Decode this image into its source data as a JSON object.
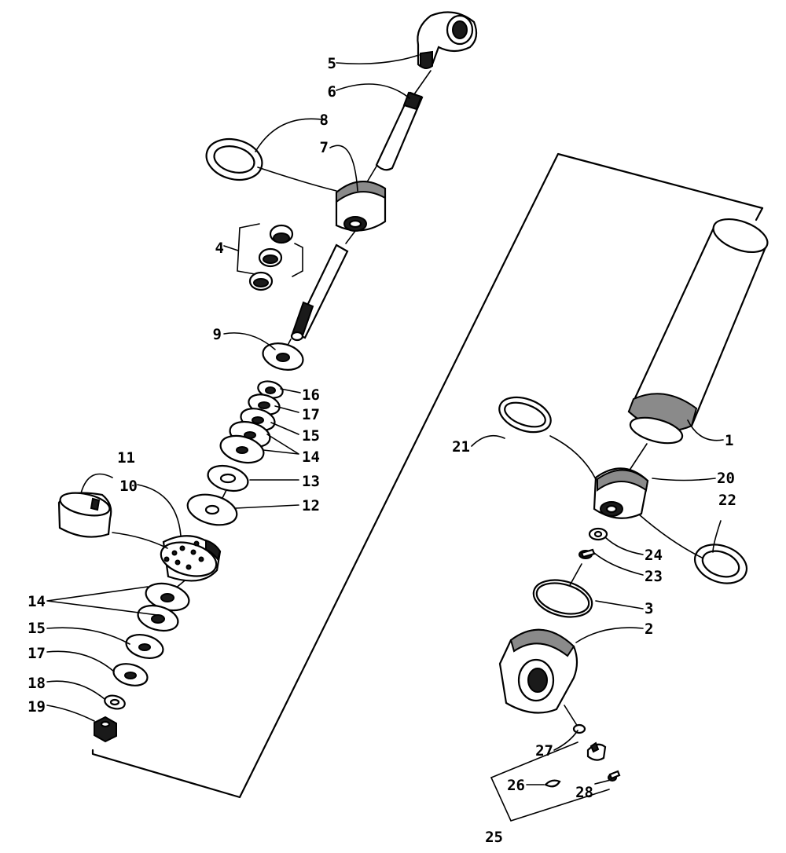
{
  "diagram": {
    "callouts": [
      {
        "id": "c1",
        "text": "1"
      },
      {
        "id": "c2",
        "text": "2"
      },
      {
        "id": "c3",
        "text": "3"
      },
      {
        "id": "c4",
        "text": "4"
      },
      {
        "id": "c5",
        "text": "5"
      },
      {
        "id": "c6",
        "text": "6"
      },
      {
        "id": "c7",
        "text": "7"
      },
      {
        "id": "c8",
        "text": "8"
      },
      {
        "id": "c9",
        "text": "9"
      },
      {
        "id": "c10",
        "text": "10"
      },
      {
        "id": "c11",
        "text": "11"
      },
      {
        "id": "c12",
        "text": "12"
      },
      {
        "id": "c13",
        "text": "13"
      },
      {
        "id": "c14a",
        "text": "14"
      },
      {
        "id": "c14b",
        "text": "14"
      },
      {
        "id": "c15a",
        "text": "15"
      },
      {
        "id": "c15b",
        "text": "15"
      },
      {
        "id": "c16",
        "text": "16"
      },
      {
        "id": "c17a",
        "text": "17"
      },
      {
        "id": "c17b",
        "text": "17"
      },
      {
        "id": "c18",
        "text": "18"
      },
      {
        "id": "c19",
        "text": "19"
      },
      {
        "id": "c20",
        "text": "20"
      },
      {
        "id": "c21",
        "text": "21"
      },
      {
        "id": "c22",
        "text": "22"
      },
      {
        "id": "c23",
        "text": "23"
      },
      {
        "id": "c24",
        "text": "24"
      },
      {
        "id": "c25",
        "text": "25"
      },
      {
        "id": "c26",
        "text": "26"
      },
      {
        "id": "c27",
        "text": "27"
      },
      {
        "id": "c28",
        "text": "28"
      }
    ]
  }
}
